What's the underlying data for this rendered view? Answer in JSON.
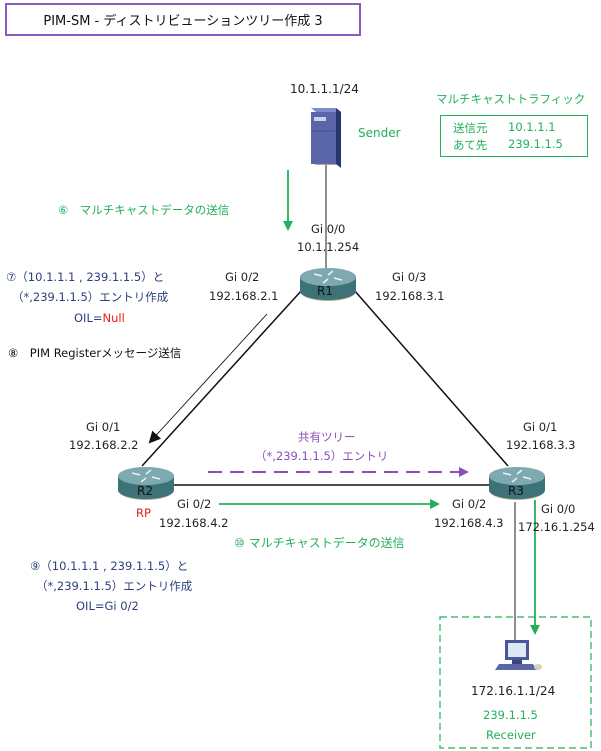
{
  "title": "PIM-SM - ディストリビューションツリー作成 3",
  "colors": {
    "green": "#22b05a",
    "navy": "#2c3f7a",
    "purple": "#8a4fb8",
    "red": "#e2231a",
    "title_border": "#8a5cc0"
  },
  "sender": {
    "ip": "10.1.1.1/24",
    "label": "Sender",
    "icon": "server-icon"
  },
  "traffic_legend": {
    "heading": "マルチキャストトラフィック",
    "src_label": "送信元",
    "src_value": "10.1.1.1",
    "dst_label": "あて先",
    "dst_value": "239.1.1.5"
  },
  "steps": {
    "step6": "⑥　マルチキャストデータの送信",
    "step7_line1": "⑦（10.1.1.1 , 239.1.1.5）と",
    "step7_line2": "（*,239.1.1.5）エントリ作成",
    "step7_oil_prefix": "OIL=",
    "step7_oil_value": "Null",
    "step8": "⑧　PIM Registerメッセージ送信",
    "step9_line1": "⑨（10.1.1.1 , 239.1.1.5）と",
    "step9_line2": "（*,239.1.1.5）エントリ作成",
    "step9_oil": "OIL=Gi 0/2",
    "step10": "⑩ マルチキャストデータの送信"
  },
  "shared_tree": {
    "line1": "共有ツリー",
    "line2": "（*,239.1.1.5）エントリ"
  },
  "routers": {
    "r1": {
      "name": "R1",
      "gi00_if": "Gi 0/0",
      "gi00_ip": "10.1.1.254",
      "gi02_if": "Gi 0/2",
      "gi02_ip": "192.168.2.1",
      "gi03_if": "Gi 0/3",
      "gi03_ip": "192.168.3.1"
    },
    "r2": {
      "name": "R2",
      "role": "RP",
      "gi01_if": "Gi 0/1",
      "gi01_ip": "192.168.2.2",
      "gi02_if": "Gi 0/2",
      "gi02_ip": "192.168.4.2"
    },
    "r3": {
      "name": "R3",
      "gi01_if": "Gi 0/1",
      "gi01_ip": "192.168.3.3",
      "gi02_if": "Gi 0/2",
      "gi02_ip": "192.168.4.3",
      "gi00_if": "Gi 0/0",
      "gi00_ip": "172.16.1.254"
    }
  },
  "receiver": {
    "ip": "172.16.1.1/24",
    "group": "239.1.1.5",
    "label": "Receiver",
    "icon": "pc-icon"
  }
}
